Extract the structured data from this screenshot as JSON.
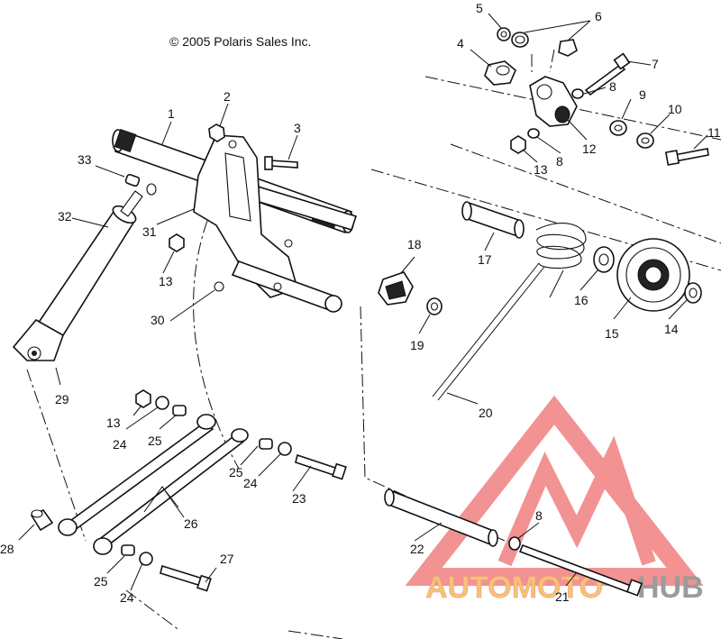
{
  "copyright": "© 2005 Polaris Sales Inc.",
  "watermark": {
    "part1": "AUTOMOTO",
    "part2": "HUB",
    "color_main": "#f07f7f",
    "color_accent": "#f5b95a",
    "color_hub": "#8a8a8a"
  },
  "callouts": [
    {
      "id": "c1",
      "text": "1"
    },
    {
      "id": "c2",
      "text": "2"
    },
    {
      "id": "c3",
      "text": "3"
    },
    {
      "id": "c4",
      "text": "4"
    },
    {
      "id": "c5",
      "text": "5"
    },
    {
      "id": "c6",
      "text": "6"
    },
    {
      "id": "c7",
      "text": "7"
    },
    {
      "id": "c8a",
      "text": "8"
    },
    {
      "id": "c8b",
      "text": "8"
    },
    {
      "id": "c8c",
      "text": "8"
    },
    {
      "id": "c9",
      "text": "9"
    },
    {
      "id": "c10",
      "text": "10"
    },
    {
      "id": "c11",
      "text": "11"
    },
    {
      "id": "c12",
      "text": "12"
    },
    {
      "id": "c13a",
      "text": "13"
    },
    {
      "id": "c13b",
      "text": "13"
    },
    {
      "id": "c13c",
      "text": "13"
    },
    {
      "id": "c14",
      "text": "14"
    },
    {
      "id": "c15",
      "text": "15"
    },
    {
      "id": "c16",
      "text": "16"
    },
    {
      "id": "c17",
      "text": "17"
    },
    {
      "id": "c18",
      "text": "18"
    },
    {
      "id": "c19",
      "text": "19"
    },
    {
      "id": "c20",
      "text": "20"
    },
    {
      "id": "c21",
      "text": "21"
    },
    {
      "id": "c22",
      "text": "22"
    },
    {
      "id": "c23",
      "text": "23"
    },
    {
      "id": "c24a",
      "text": "24"
    },
    {
      "id": "c24b",
      "text": "24"
    },
    {
      "id": "c24c",
      "text": "24"
    },
    {
      "id": "c25a",
      "text": "25"
    },
    {
      "id": "c25b",
      "text": "25"
    },
    {
      "id": "c25c",
      "text": "25"
    },
    {
      "id": "c26",
      "text": "26"
    },
    {
      "id": "c27",
      "text": "27"
    },
    {
      "id": "c28",
      "text": "28"
    },
    {
      "id": "c29",
      "text": "29"
    },
    {
      "id": "c30",
      "text": "30"
    },
    {
      "id": "c31",
      "text": "31"
    },
    {
      "id": "c32",
      "text": "32"
    },
    {
      "id": "c33",
      "text": "33"
    }
  ]
}
